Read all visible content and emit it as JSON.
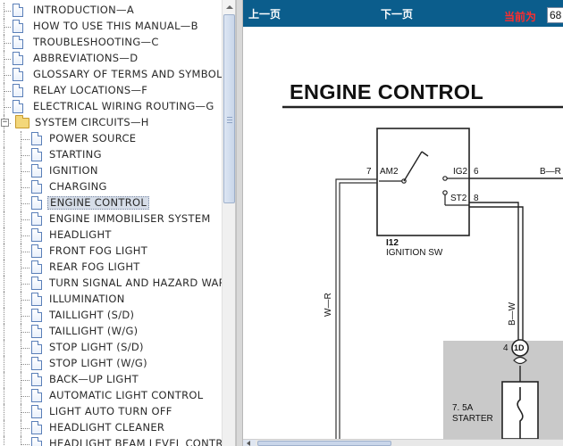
{
  "tree": {
    "items": [
      {
        "label": "INTRODUCTION—A",
        "indent": 0,
        "type": "doc"
      },
      {
        "label": "HOW TO USE THIS MANUAL—B",
        "indent": 0,
        "type": "doc"
      },
      {
        "label": "TROUBLESHOOTING—C",
        "indent": 0,
        "type": "doc"
      },
      {
        "label": "ABBREVIATIONS—D",
        "indent": 0,
        "type": "doc"
      },
      {
        "label": "GLOSSARY OF TERMS AND SYMBOLS",
        "indent": 0,
        "type": "doc"
      },
      {
        "label": "RELAY LOCATIONS—F",
        "indent": 0,
        "type": "doc"
      },
      {
        "label": "ELECTRICAL WIRING ROUTING—G",
        "indent": 0,
        "type": "doc"
      },
      {
        "label": "SYSTEM CIRCUITS—H",
        "indent": 0,
        "type": "folder",
        "expander": "−"
      },
      {
        "label": "POWER SOURCE",
        "indent": 1,
        "type": "doc"
      },
      {
        "label": "STARTING",
        "indent": 1,
        "type": "doc"
      },
      {
        "label": "IGNITION",
        "indent": 1,
        "type": "doc"
      },
      {
        "label": "CHARGING",
        "indent": 1,
        "type": "doc"
      },
      {
        "label": "ENGINE CONTROL",
        "indent": 1,
        "type": "doc",
        "selected": true
      },
      {
        "label": "ENGINE IMMOBILISER SYSTEM",
        "indent": 1,
        "type": "doc"
      },
      {
        "label": "HEADLIGHT",
        "indent": 1,
        "type": "doc"
      },
      {
        "label": "FRONT FOG LIGHT",
        "indent": 1,
        "type": "doc"
      },
      {
        "label": "REAR FOG LIGHT",
        "indent": 1,
        "type": "doc"
      },
      {
        "label": "TURN SIGNAL AND HAZARD WAR",
        "indent": 1,
        "type": "doc"
      },
      {
        "label": "ILLUMINATION",
        "indent": 1,
        "type": "doc"
      },
      {
        "label": "TAILLIGHT (S/D)",
        "indent": 1,
        "type": "doc"
      },
      {
        "label": "TAILLIGHT (W/G)",
        "indent": 1,
        "type": "doc"
      },
      {
        "label": "STOP LIGHT (S/D)",
        "indent": 1,
        "type": "doc"
      },
      {
        "label": "STOP LIGHT (W/G)",
        "indent": 1,
        "type": "doc"
      },
      {
        "label": "BACK—UP LIGHT",
        "indent": 1,
        "type": "doc"
      },
      {
        "label": "AUTOMATIC LIGHT CONTROL",
        "indent": 1,
        "type": "doc"
      },
      {
        "label": "LIGHT AUTO TURN OFF",
        "indent": 1,
        "type": "doc"
      },
      {
        "label": "HEADLIGHT CLEANER",
        "indent": 1,
        "type": "doc"
      },
      {
        "label": "HEADLIGHT BEAM LEVEL CONTRO",
        "indent": 1,
        "type": "doc"
      }
    ]
  },
  "nav": {
    "prev_label": "上一页",
    "next_label": "下一页",
    "current_label": "当前为",
    "current_page": "68"
  },
  "document": {
    "title": "ENGINE CONTROL",
    "switch": {
      "pin_am2": "AM2",
      "pin_am2_num": "7",
      "pin_ig2": "IG2",
      "pin_ig2_num": "6",
      "pin_st2": "ST2",
      "pin_st2_num": "8",
      "code": "I12",
      "name": "IGNITION SW"
    },
    "wire_br": "B—R",
    "wire_wr": "W—R",
    "wire_bw": "B—W",
    "connector_num": "4",
    "connector_id": "1D",
    "fuse_rating": "7. 5A",
    "fuse_name": "STARTER"
  },
  "colors": {
    "nav_bar": "#0b5d8c",
    "current_label": "#ff2d2d",
    "selected_item_bg": "#d6dde8"
  },
  "icons": {
    "doc": "document-icon",
    "folder": "folder-icon",
    "expander": "collapse-icon"
  }
}
